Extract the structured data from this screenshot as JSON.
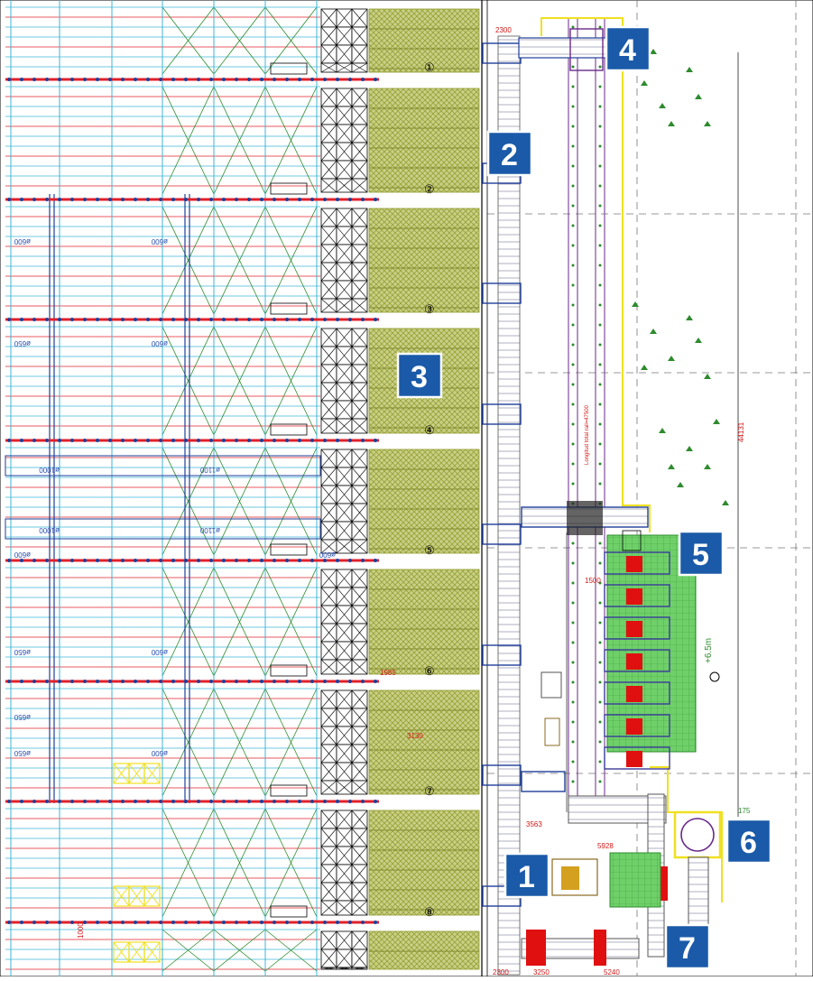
{
  "colors": {
    "rail_red": "#e0202a",
    "rack_blue": "#1f3f9a",
    "rack_cyan": "#3fb6d6",
    "brace_green": "#2e8b2e",
    "pallet_olive": "#9aa030",
    "platform_green": "#58c458",
    "safety_yellow": "#f0e020",
    "callout_blue": "#1a5aa8"
  },
  "aisles": [
    {
      "marker": "①"
    },
    {
      "marker": "②"
    },
    {
      "marker": "③"
    },
    {
      "marker": "④"
    },
    {
      "marker": "⑤"
    },
    {
      "marker": "⑥"
    },
    {
      "marker": "⑦"
    },
    {
      "marker": "⑧"
    }
  ],
  "rack_labels": {
    "r1": "ø600",
    "r2": "ø600",
    "r3": "ø650",
    "r4": "ø600",
    "r5": "ø1000",
    "r6": "ø1100",
    "r7": "ø1000",
    "r8": "ø1100",
    "r9": "ø600",
    "r10": "ø600",
    "r11": "ø650",
    "r12": "ø600",
    "r13": "ø650",
    "r14": "ø600",
    "r15": "ø650"
  },
  "dimensions": {
    "d2300_top": "2300",
    "d1985": "1985",
    "d3130": "3130",
    "d1500": "1500",
    "d44131": "44131",
    "d5928": "5928",
    "d3563": "3563",
    "d2300_bottom": "2300",
    "d3250": "3250",
    "d5240": "5240",
    "d175": "175",
    "d1000": "1000",
    "conveyor_note": "Longitud total rail=47500",
    "level": "+6.5m"
  },
  "callouts": [
    {
      "number": "1"
    },
    {
      "number": "2"
    },
    {
      "number": "3"
    },
    {
      "number": "4"
    },
    {
      "number": "5"
    },
    {
      "number": "6"
    },
    {
      "number": "7"
    }
  ]
}
